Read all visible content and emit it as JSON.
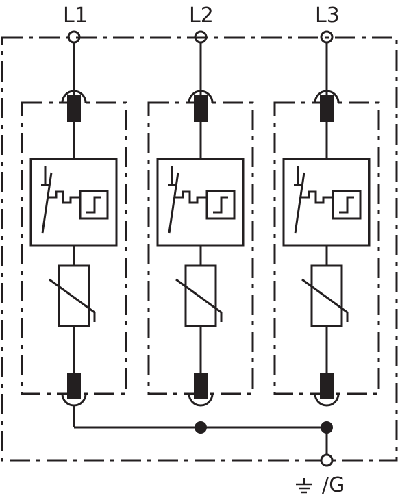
{
  "terminals": [
    {
      "label": "L1"
    },
    {
      "label": "L2"
    },
    {
      "label": "L3"
    }
  ],
  "ground": {
    "label": "/G",
    "icon": "ground-icon"
  },
  "colors": {
    "stroke": "#231f20",
    "background": "#ffffff"
  }
}
